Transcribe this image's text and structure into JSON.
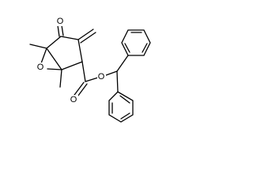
{
  "molecule": {
    "atom_labels": {
      "ketone_oxygen": "O",
      "epoxide_oxygen": "O",
      "ester_carbonyl_oxygen": "O",
      "ester_ether_oxygen": "O"
    }
  }
}
